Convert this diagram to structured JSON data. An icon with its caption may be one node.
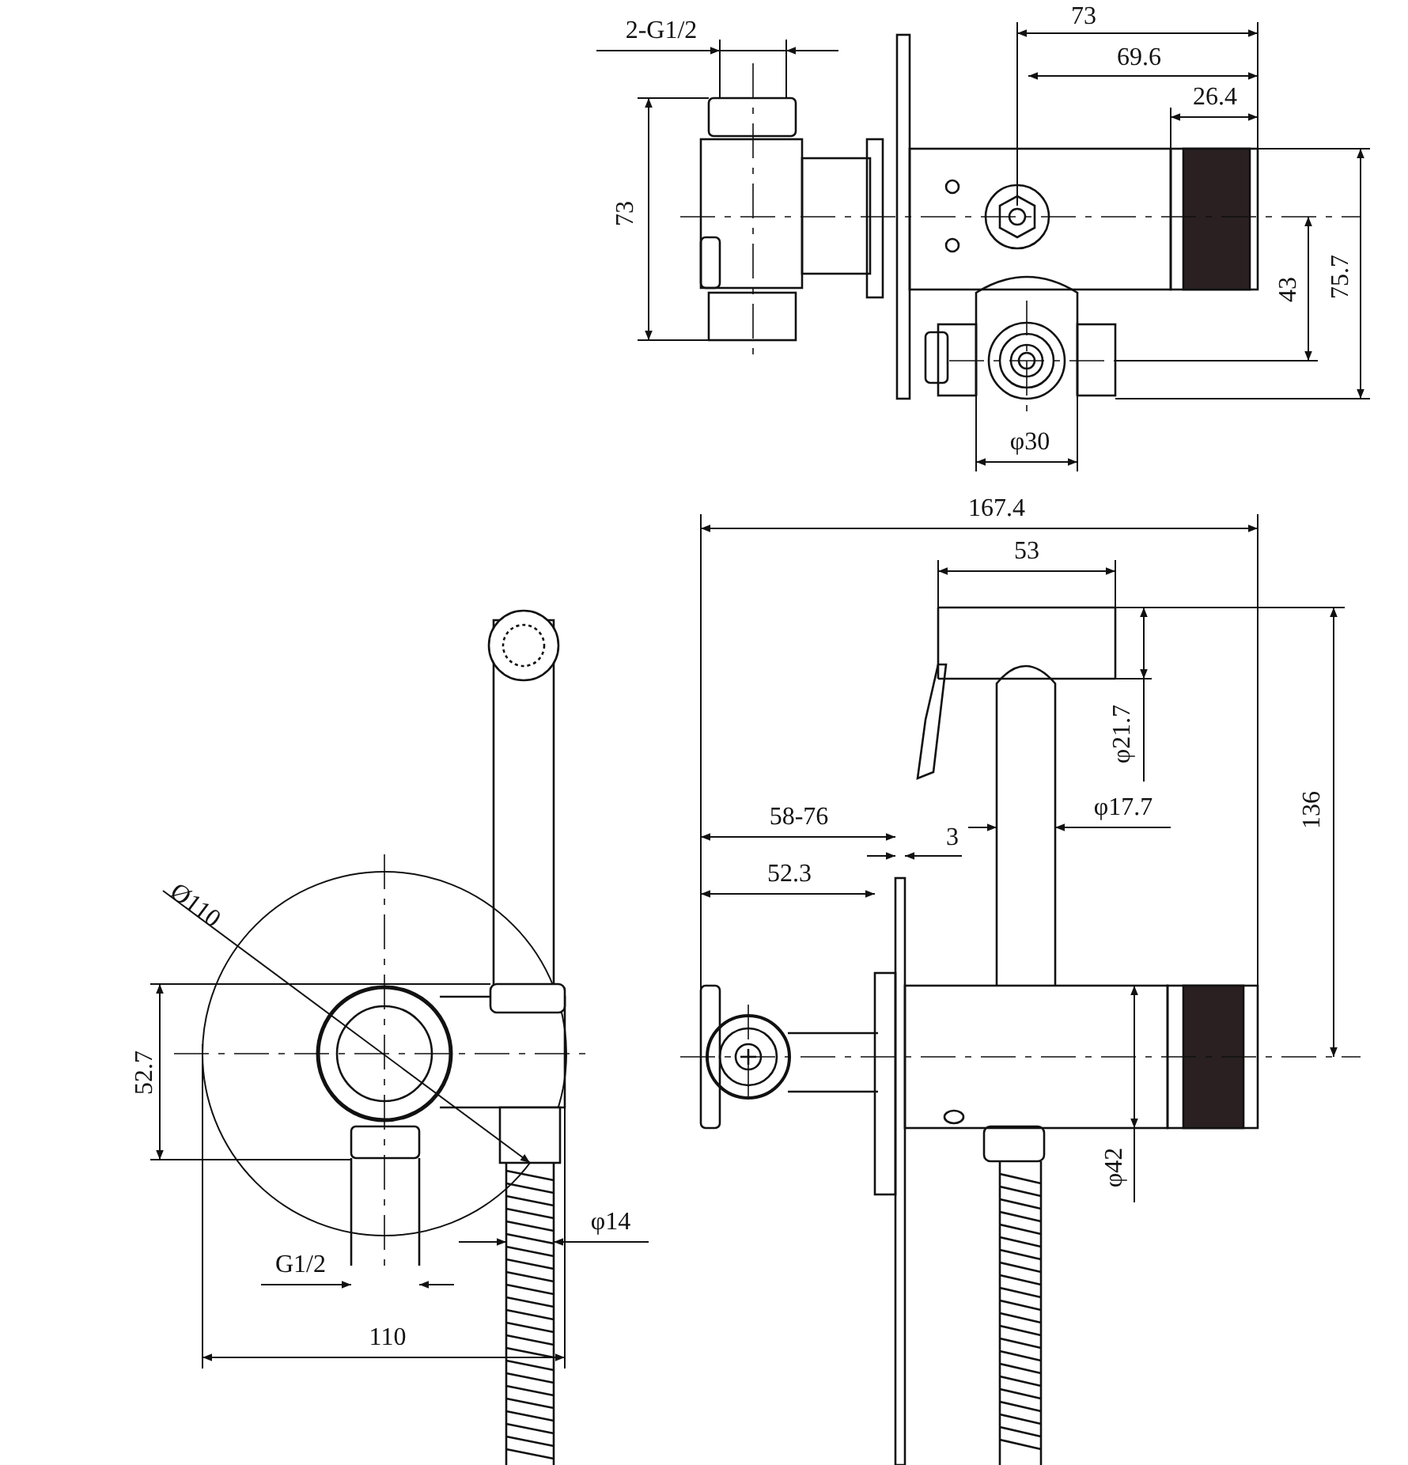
{
  "diagram": {
    "labels": [
      "73",
      "2-G1/2",
      "69.6",
      "26.4",
      "73",
      "43",
      "75.7",
      "φ30",
      "167.4",
      "53",
      "φ21.7",
      "136",
      "φ17.7",
      "58-76",
      "3",
      "52.3",
      "Ø110",
      "52.7",
      "φ42",
      "φ14",
      "G1/2",
      "110"
    ]
  }
}
